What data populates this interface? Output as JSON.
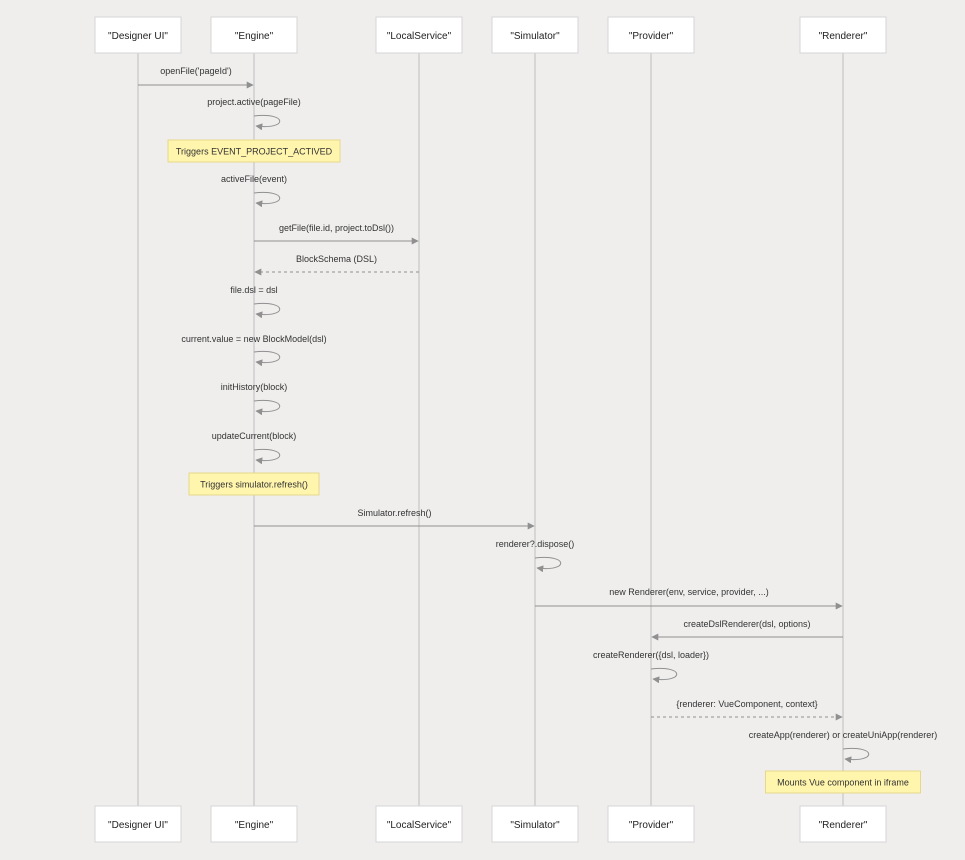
{
  "actors": [
    {
      "id": "designer",
      "label": "\"Designer UI\""
    },
    {
      "id": "engine",
      "label": "\"Engine\""
    },
    {
      "id": "local",
      "label": "\"LocalService\""
    },
    {
      "id": "sim",
      "label": "\"Simulator\""
    },
    {
      "id": "provider",
      "label": "\"Provider\""
    },
    {
      "id": "renderer",
      "label": "\"Renderer\""
    }
  ],
  "events": [
    {
      "kind": "message",
      "from": "designer",
      "to": "engine",
      "text": "openFile('pageId')",
      "dashed": false
    },
    {
      "kind": "message",
      "from": "engine",
      "to": "engine",
      "text": "project.active(pageFile)",
      "dashed": false
    },
    {
      "kind": "note",
      "over": "engine",
      "text": "Triggers EVENT_PROJECT_ACTIVED"
    },
    {
      "kind": "message",
      "from": "engine",
      "to": "engine",
      "text": "activeFile(event)",
      "dashed": false
    },
    {
      "kind": "message",
      "from": "engine",
      "to": "local",
      "text": "getFile(file.id, project.toDsl())",
      "dashed": false
    },
    {
      "kind": "message",
      "from": "local",
      "to": "engine",
      "text": "BlockSchema (DSL)",
      "dashed": true
    },
    {
      "kind": "message",
      "from": "engine",
      "to": "engine",
      "text": "file.dsl = dsl",
      "dashed": false
    },
    {
      "kind": "message",
      "from": "engine",
      "to": "engine",
      "text": "current.value = new BlockModel(dsl)",
      "dashed": false
    },
    {
      "kind": "message",
      "from": "engine",
      "to": "engine",
      "text": "initHistory(block)",
      "dashed": false
    },
    {
      "kind": "message",
      "from": "engine",
      "to": "engine",
      "text": "updateCurrent(block)",
      "dashed": false
    },
    {
      "kind": "note",
      "over": "engine",
      "text": "Triggers simulator.refresh()"
    },
    {
      "kind": "message",
      "from": "engine",
      "to": "sim",
      "text": "Simulator.refresh()",
      "dashed": false
    },
    {
      "kind": "message",
      "from": "sim",
      "to": "sim",
      "text": "renderer?.dispose()",
      "dashed": false
    },
    {
      "kind": "message",
      "from": "sim",
      "to": "renderer",
      "text": "new Renderer(env, service, provider, ...)",
      "dashed": false
    },
    {
      "kind": "message",
      "from": "renderer",
      "to": "provider",
      "text": "createDslRenderer(dsl, options)",
      "dashed": false
    },
    {
      "kind": "message",
      "from": "provider",
      "to": "provider",
      "text": "createRenderer({dsl, loader})",
      "dashed": false
    },
    {
      "kind": "message",
      "from": "provider",
      "to": "renderer",
      "text": "{renderer: VueComponent, context}",
      "dashed": true
    },
    {
      "kind": "message",
      "from": "renderer",
      "to": "renderer",
      "text": "createApp(renderer) or createUniApp(renderer)",
      "dashed": false
    },
    {
      "kind": "note",
      "over": "renderer",
      "text": "Mounts Vue component in iframe"
    }
  ],
  "colors": {
    "background": "#efeeed",
    "lifeline": "#c6c6c6",
    "arrow": "#909090",
    "note_fill": "#fff5ad",
    "note_stroke": "#e6d88a"
  }
}
